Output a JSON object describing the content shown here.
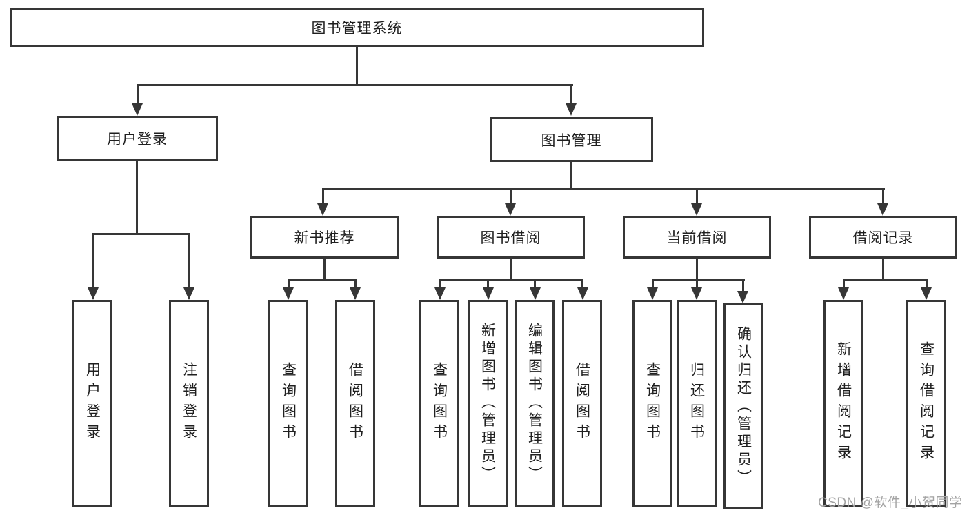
{
  "tree": {
    "root": {
      "label": "图书管理系统"
    },
    "branches": [
      {
        "label": "用户登录",
        "children": [
          {
            "label": "用户登录"
          },
          {
            "label": "注销登录"
          }
        ]
      },
      {
        "label": "图书管理",
        "children": [
          {
            "label": "新书推荐",
            "children": [
              {
                "label": "查询图书"
              },
              {
                "label": "借阅图书"
              }
            ]
          },
          {
            "label": "图书借阅",
            "children": [
              {
                "label": "查询图书"
              },
              {
                "label": "新增图书（管理员）"
              },
              {
                "label": "编辑图书（管理员）"
              },
              {
                "label": "借阅图书"
              }
            ]
          },
          {
            "label": "当前借阅",
            "children": [
              {
                "label": "查询图书"
              },
              {
                "label": "归还图书"
              },
              {
                "label": "确认归还（管理员）"
              }
            ]
          },
          {
            "label": "借阅记录",
            "children": [
              {
                "label": "新增借阅记录"
              },
              {
                "label": "查询借阅记录"
              }
            ]
          }
        ]
      }
    ]
  },
  "watermark": {
    "text": "CSDN @软件_小贺同学"
  },
  "colors": {
    "line": "#363636",
    "box_border": "#363636",
    "text": "#1f1f1f",
    "watermark": "#a3a3a3",
    "background": "#ffffff"
  }
}
